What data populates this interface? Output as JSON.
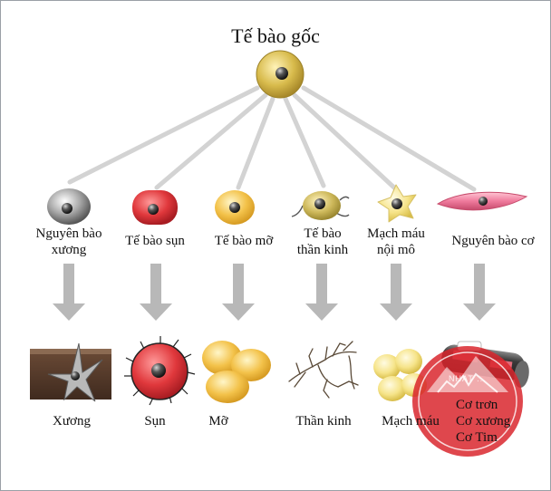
{
  "title": "Tế bào gốc",
  "cells": [
    {
      "label_lines": [
        "Nguyên bào",
        "xương"
      ],
      "product": "Xương"
    },
    {
      "label_lines": [
        "Tế bào sụn"
      ],
      "product": "Sụn"
    },
    {
      "label_lines": [
        "Tế bào mỡ"
      ],
      "product": "Mỡ"
    },
    {
      "label_lines": [
        "Tế bào",
        "thần kinh"
      ],
      "product": "Thần kinh"
    },
    {
      "label_lines": [
        "Mạch máu",
        "nội mô"
      ],
      "product": "Mạch máu"
    },
    {
      "label_lines": [
        "Nguyên bào cơ"
      ],
      "product_lines": [
        "Cơ trơn",
        "Cơ xương",
        "Cơ Tim"
      ]
    }
  ],
  "watermark": {
    "text": "NHAT ...",
    "color": "#d9272e"
  },
  "colors": {
    "stem_cell": "#d8bb4c",
    "connector": "#d3d3d3",
    "arrow": "#b8b8b8",
    "bone_cell": "#9a9a9a",
    "cartilage_cell": "#e0383c",
    "fat_cell": "#f3c24a",
    "nerve_cell": "#cdb85a",
    "endothelial_cell": "#f6e48a",
    "muscle_cell": "#ef7a9c"
  }
}
